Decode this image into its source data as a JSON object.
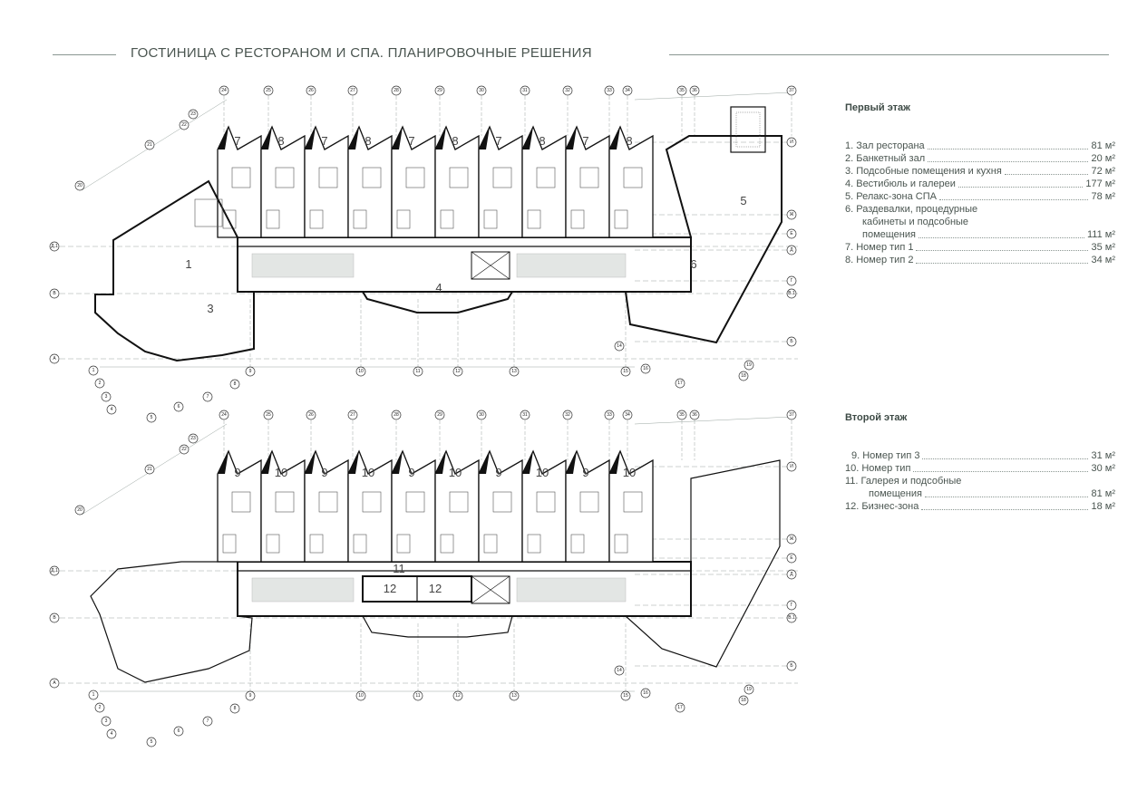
{
  "title": "ГОСТИНИЦА С РЕСТОРАНОМ И СПА. ПЛАНИРОВОЧНЫЕ РЕШЕНИЯ",
  "floor1": {
    "heading": "Первый этаж",
    "items": [
      {
        "label": "1. Зал ресторана",
        "area": "81 м²"
      },
      {
        "label": "2. Банкетный зал",
        "area": "20 м²"
      },
      {
        "label": "3. Подсобные помещения и кухня",
        "area": "72 м²"
      },
      {
        "label": "4. Вестибюль и галереи",
        "area": "177 м²"
      },
      {
        "label": "5. Релакс-зона СПА",
        "area": "78 м²"
      },
      {
        "label": "6. Раздевалки, процедурные",
        "label2": "кабинеты и подсобные",
        "label3": "помещения",
        "area": "111 м²"
      },
      {
        "label": "7. Номер тип 1",
        "area": "35 м²"
      },
      {
        "label": "8. Номер тип 2",
        "area": "34 м²"
      }
    ],
    "room_labels": [
      "7",
      "8",
      "7",
      "8",
      "7",
      "8",
      "7",
      "8",
      "7",
      "8",
      "1",
      "3",
      "4",
      "5",
      "6"
    ]
  },
  "floor2": {
    "heading": "Второй этаж",
    "items": [
      {
        "label": "9. Номер тип 3",
        "area": "31 м²"
      },
      {
        "label": "10. Номер тип",
        "area": "30 м²"
      },
      {
        "label": "11. Галерея и подсобные",
        "label2": "помещения",
        "area": "81 м²"
      },
      {
        "label": "12. Бизнес-зона",
        "area": "18 м²"
      }
    ],
    "room_labels": [
      "9",
      "10",
      "9",
      "10",
      "9",
      "10",
      "9",
      "10",
      "9",
      "10",
      "11",
      "12",
      "12"
    ]
  },
  "axes": {
    "top": [
      "24",
      "25",
      "26",
      "27",
      "28",
      "29",
      "30",
      "31",
      "32",
      "33",
      "34",
      "35",
      "36",
      "37"
    ],
    "diag": [
      "23",
      "22",
      "21",
      "20"
    ],
    "left": [
      "Д.1",
      "В",
      "А"
    ],
    "right": [
      "И",
      "Ж",
      "Е",
      "Д",
      "Г",
      "В.1",
      "Б"
    ],
    "bottom": [
      "1",
      "2",
      "3",
      "4",
      "5",
      "6",
      "7",
      "8",
      "9",
      "10",
      "11",
      "12",
      "13",
      "14",
      "15",
      "16",
      "17",
      "18",
      "19"
    ]
  },
  "colors": {
    "text": "#4a5550",
    "wall": "#111111",
    "grid": "#9aa5a0",
    "garden": "#e3e6e4"
  }
}
